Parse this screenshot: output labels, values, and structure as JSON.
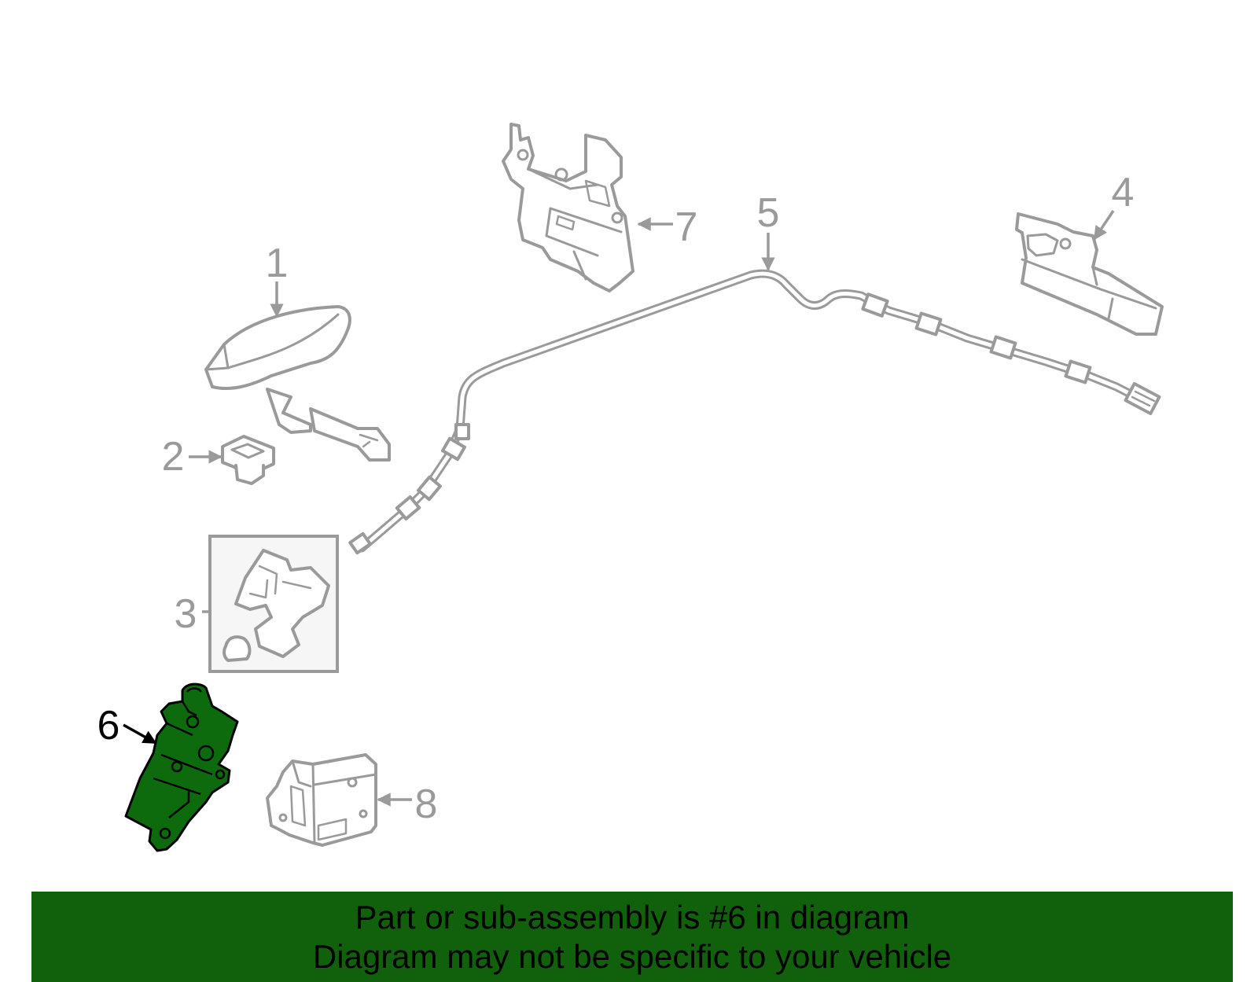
{
  "callouts": {
    "c1": "1",
    "c2": "2",
    "c3": "3",
    "c4": "4",
    "c5": "5",
    "c6": "6",
    "c7": "7",
    "c8": "8"
  },
  "highlight": {
    "part": "6",
    "color": "#0d6b0d"
  },
  "colors": {
    "line_gray": "#9a9a9a",
    "banner_bg": "#11600c",
    "box_fill": "#f6f6f6"
  },
  "banner": {
    "line1": "Part or sub-assembly is #6 in diagram",
    "line2": "Diagram may not be specific to your vehicle"
  }
}
